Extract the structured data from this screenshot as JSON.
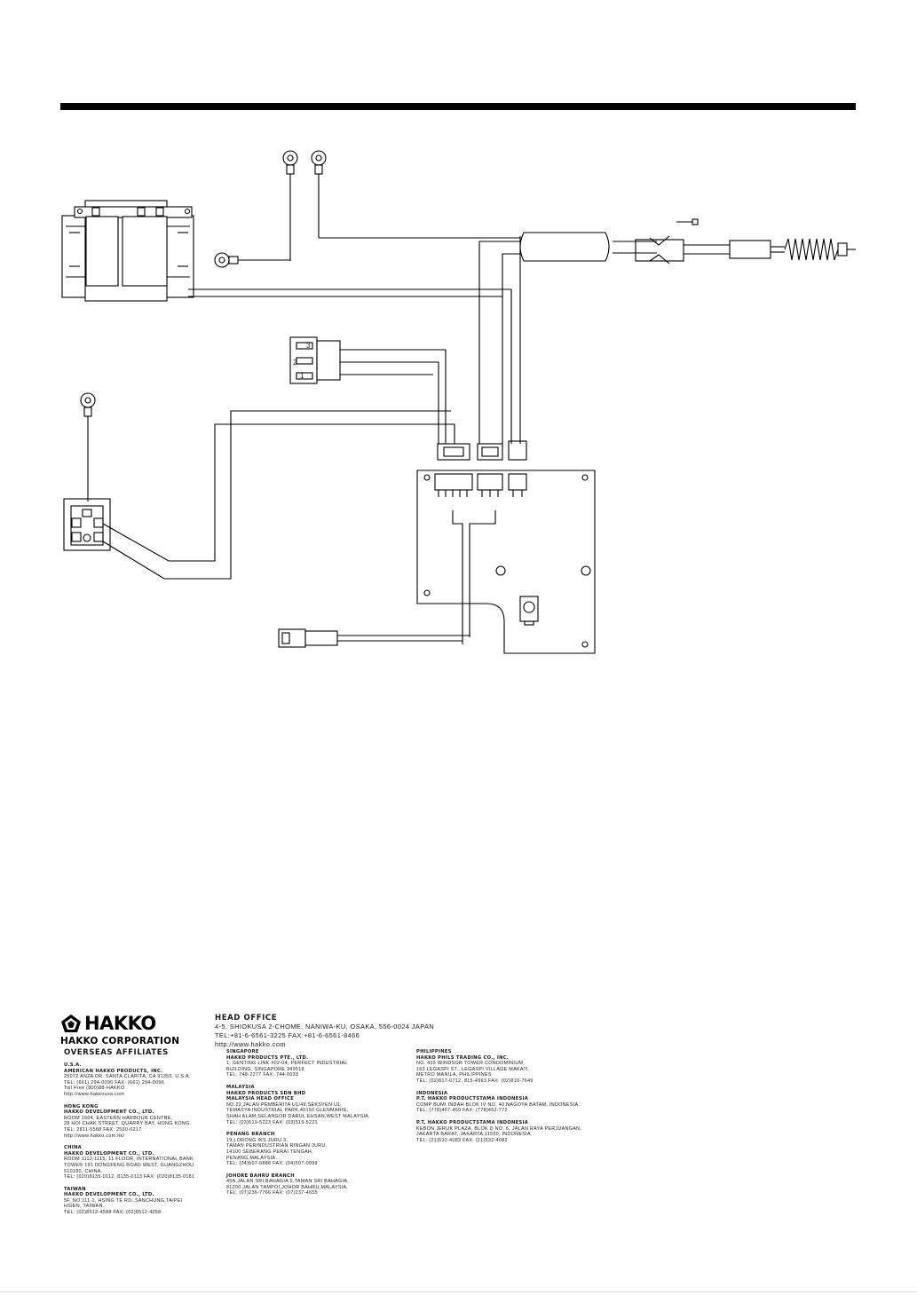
{
  "diagram": {
    "connector_pins": [
      "3",
      "2",
      "1"
    ]
  },
  "footer": {
    "logo_text": "HAKKO",
    "corporation": "HAKKO CORPORATION",
    "overseas_title": "OVERSEAS AFFILIATES",
    "head_office": {
      "title": "HEAD OFFICE",
      "lines": [
        "4-5, SHIOKUSA 2-CHOME, NANIWA-KU, OSAKA, 556-0024 JAPAN",
        "TEL:+81-6-6561-3225 FAX:+81-6-6561-8466",
        "http://www.hakko.com"
      ]
    },
    "affiliates_col1": [
      {
        "country": "U.S.A.",
        "company": "AMERICAN HAKKO PRODUCTS, INC.",
        "lines": [
          "25072 ANZA DR. SANTA CLARITA, CA 91355, U.S.A.",
          "TEL: (661) 294-0090 FAX: (661) 294-0096",
          "Toll Free (800)88-HAKKO",
          "http://www.hakkousa.com"
        ]
      },
      {
        "country": "HONG KONG",
        "company": "HAKKO DEVELOPMENT CO., LTD.",
        "lines": [
          "ROOM 1504, EASTERN HARBOUR CENTRE,",
          "28 HOI CHAK STREET, QUARRY BAY, HONG KONG.",
          "TEL: 2811-5588 FAX: 2590-0217",
          "http://www.hakko.com.hk/"
        ]
      },
      {
        "country": "CHINA",
        "company": "HAKKO DEVELOPMENT CO., LTD.",
        "lines": [
          "ROOM 1112-1115, 11 FLOOR, INTERNATIONAL BANK",
          "TOWER 191 DONGFENG ROAD WEST, GUANGZHOU",
          "510180, CHINA.",
          "TEL: (020)8135-0112, 8135-0113 FAX: (020)8135-0181"
        ]
      },
      {
        "country": "TAIWAN",
        "company": "HAKKO DEVELOPMENT CO., LTD.",
        "lines": [
          "5F, NO.111-1, HSING TE RD.,SANCHUNG,TAIPEI",
          "HSIEN, TAIWAN.",
          "TEL: (02)8512-4588 FAX: (02)8512-4258"
        ]
      }
    ],
    "affiliates_col2": [
      {
        "country": "SINGAPORE",
        "company": "HAKKO PRODUCTS PTE., LTD.",
        "lines": [
          "1, GENTING LINK #02-04, PERFECT INDUSTRIAL",
          "BUILDING, SINGAPORE 349518",
          "TEL: 748-2277 FAX: 744-0033"
        ]
      },
      {
        "country": "MALAYSIA",
        "company": "HAKKO PRODUCTS SDN BHD",
        "company2": "MALAYSIA HEAD OFFICE",
        "lines": [
          "NO.22,JALAN PEMBERITA U1/49,SEKSYEN U1,",
          "TEMASYA INDUSTRIAL PARK,40150 GLENMARIE,",
          "SHAH ALAM,SELANGOR DARUL EHSAN,WEST MALAYSIA.",
          "TEL: (03)519-5223 FAX: (03)519-5221"
        ]
      },
      {
        "country": "",
        "company": "PENANG BRANCH",
        "lines": [
          "19,LORONG IKS JURU 3,",
          "TAMAN PERINDUSTRIAN RINGAN JURU,",
          "14100 SEBERANG PERAI TENGAH,",
          "PENANG,MALAYSIA.",
          "TEL: (04)507-0888 FAX: (04)507-0999"
        ]
      },
      {
        "country": "",
        "company": "JOHORE BAHRU BRANCH",
        "lines": [
          "45A,JALAN SRI BAHAGIA 5,TAMAN SRI BAHAGIA,",
          "81200 JALAN TAMPOI,JOHOR BAHRU,MALAYSIA.",
          "TEL: (07)236-7766 FAX: (07)237-4655"
        ]
      }
    ],
    "affiliates_col3": [
      {
        "country": "PHILIPPINES",
        "company": "HAKKO PHILS TRADING CO., INC.",
        "lines": [
          "NO. 415 WINDSOR TOWER CONDOMINIUM,",
          "163 LEGASPI ST., LEGASPI VILLAGE MAKATI,",
          "METRO MANILA, PHILIPPINES",
          "TEL: (02)817-0712, 815-4993 FAX: (02)810-7649"
        ]
      },
      {
        "country": "INDONESIA",
        "company": "P.T. HAKKO PRODUCTSTAMA INDONESIA",
        "lines": [
          "COMP BUMI INDAH BLOK IV NO. 40 NAGOYA BATAM, INDONESIA.",
          "TEL: (778)457-459 FAX: (778)452-772"
        ]
      },
      {
        "country": "",
        "company": "P.T. HAKKO PRODUCTSTAMA INDONESIA",
        "lines": [
          "KEBON JERUK PLAZA, BLOK D NO. 6, JALAN RAYA PERJUANGAN,",
          "JAKARTA BARAT, JAKARTA 11530, INDONESIA.",
          "TEL: (21)532-4083 FAX: (21)532-4082"
        ]
      }
    ]
  }
}
